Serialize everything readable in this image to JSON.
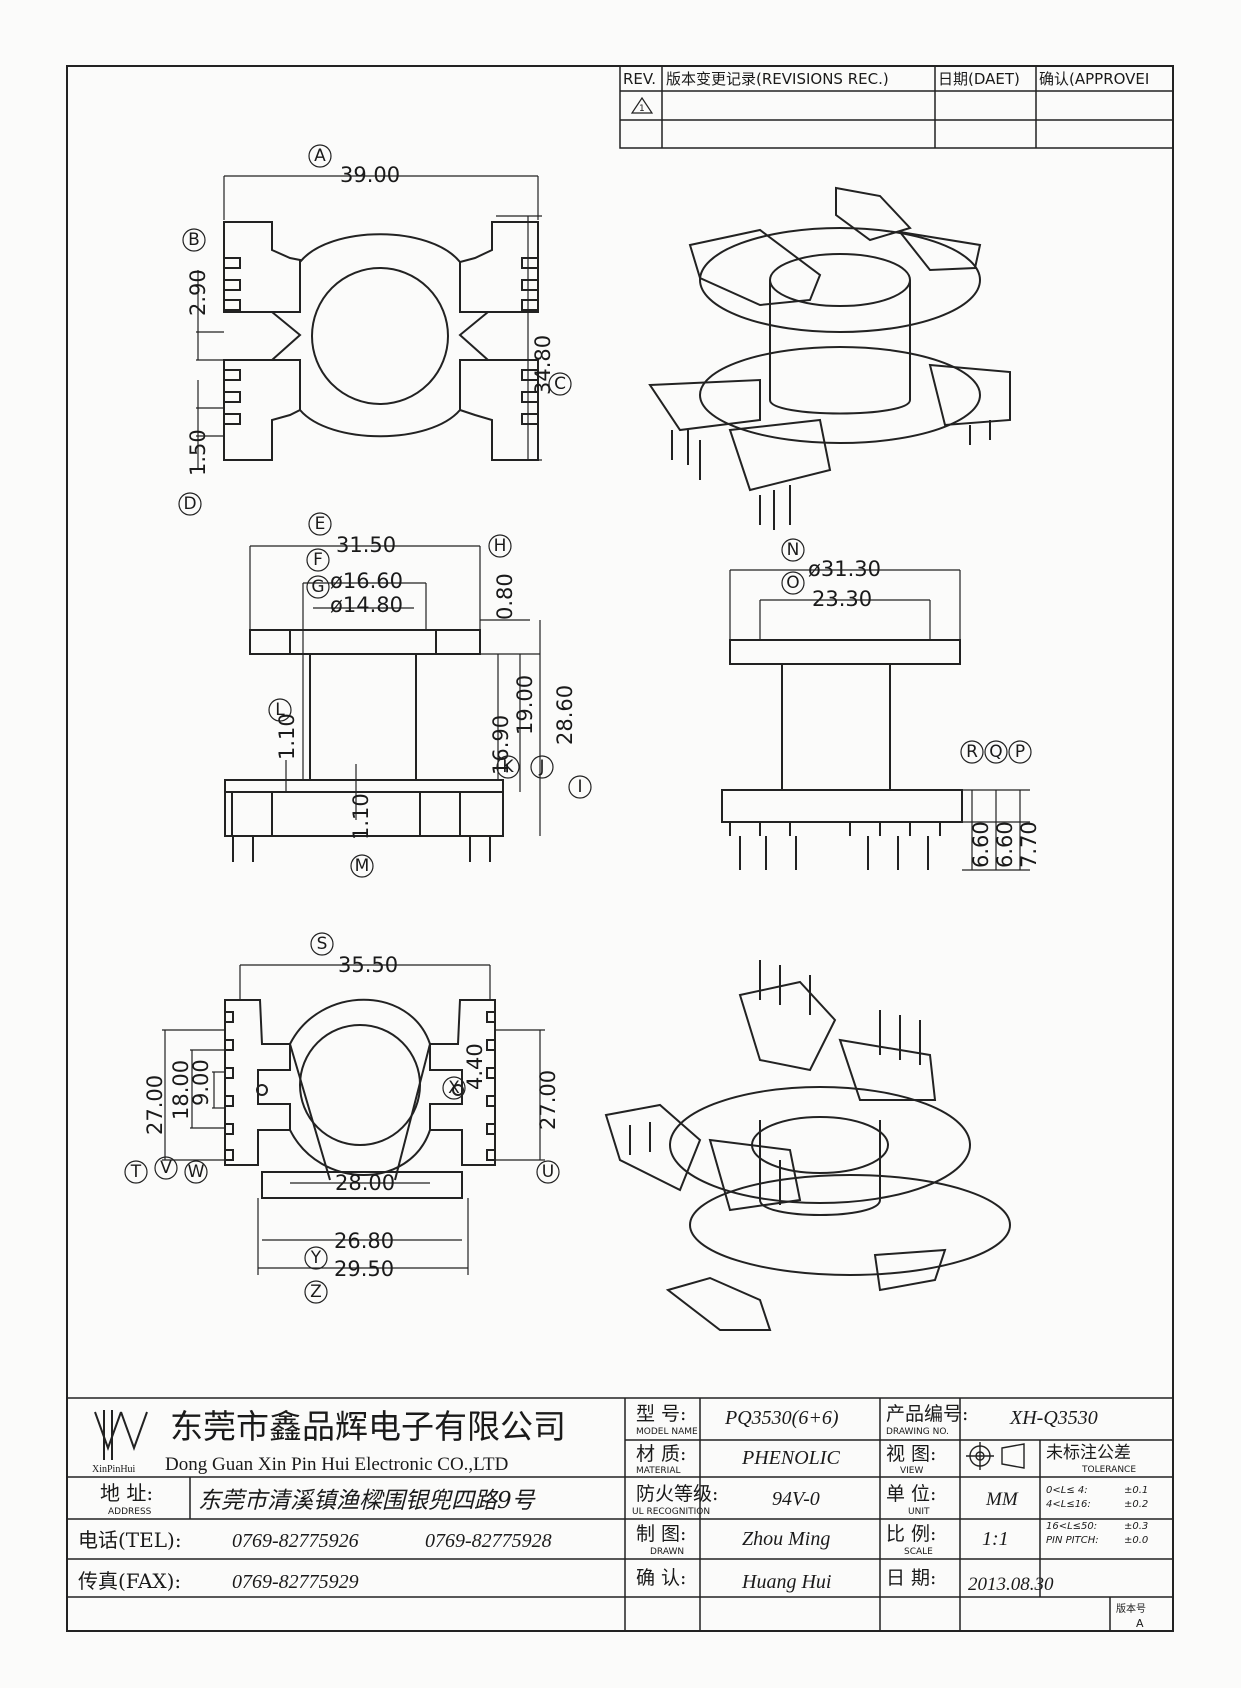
{
  "revision_table": {
    "headers": [
      "REV.",
      "版本变更记录(REVISIONS REC.)",
      "日期(DAET)",
      "确认(APPROVEI"
    ],
    "rev_symbol": "1"
  },
  "dimensions": {
    "A": "39.00",
    "B": "2.90",
    "C": "34.80",
    "D": "1.50",
    "E": "31.50",
    "F": "ø16.60",
    "G": "ø14.80",
    "H": "0.80",
    "I": "28.60",
    "J": "19.00",
    "K": "16.90",
    "L": "1.10",
    "M": "1.10",
    "N": "ø31.30",
    "O": "23.30",
    "P": "7.70",
    "Q": "6.60",
    "R": "6.60",
    "S": "35.50",
    "T": "27.00",
    "U": "27.00",
    "V": "18.00",
    "W": "9.00",
    "X": "4.40",
    "Y": "26.80",
    "Z": "29.50",
    "center_width": "28.00"
  },
  "title_block": {
    "company_cn": "东莞市鑫品辉电子有限公司",
    "company_en": "Dong Guan Xin Pin Hui Electronic CO.,LTD",
    "logo_text": "XinPinHui",
    "address_label": "地  址:",
    "address_label_en": "ADDRESS",
    "address": "东莞市清溪镇渔樑围银兜四路9号",
    "tel_label": "电话(TEL):",
    "tel1": "0769-82775926",
    "tel2": "0769-82775928",
    "fax_label": "传真(FAX):",
    "fax": "0769-82775929",
    "model_label": "型  号:",
    "model_label_en": "MODEL NAME",
    "model": "PQ3530(6+6)",
    "drawing_no_label": "产品编号:",
    "drawing_no_label_en": "DRAWING NO.",
    "drawing_no": "XH-Q3530",
    "material_label": "材  质:",
    "material_label_en": "MATERIAL",
    "material": "PHENOLIC",
    "view_label": "视  图:",
    "view_label_en": "VIEW",
    "tolerance_title": "未标注公差",
    "tolerance_en": "TOLERANCE",
    "tolerance_rows": [
      {
        "range": "0<L≤ 4:",
        "value": "±0.1"
      },
      {
        "range": "4<L≤16:",
        "value": "±0.2"
      },
      {
        "range": "16<L≤50:",
        "value": "±0.3"
      },
      {
        "range": "PIN PITCH:",
        "value": "±0.0"
      }
    ],
    "flame_label": "防火等级:",
    "flame_label_en": "UL RECOGNITION",
    "flame": "94V-0",
    "unit_label": "单  位:",
    "unit_label_en": "UNIT",
    "unit": "MM",
    "drawn_label": "制  图:",
    "drawn_label_en": "DRAWN",
    "drawn": "Zhou Ming",
    "scale_label": "比  例:",
    "scale_label_en": "SCALE",
    "scale": "1:1",
    "confirm_label": "确  认:",
    "confirm": "Huang Hui",
    "date_label": "日  期:",
    "date": "2013.08.30",
    "version_label": "版本号",
    "version": "A"
  }
}
